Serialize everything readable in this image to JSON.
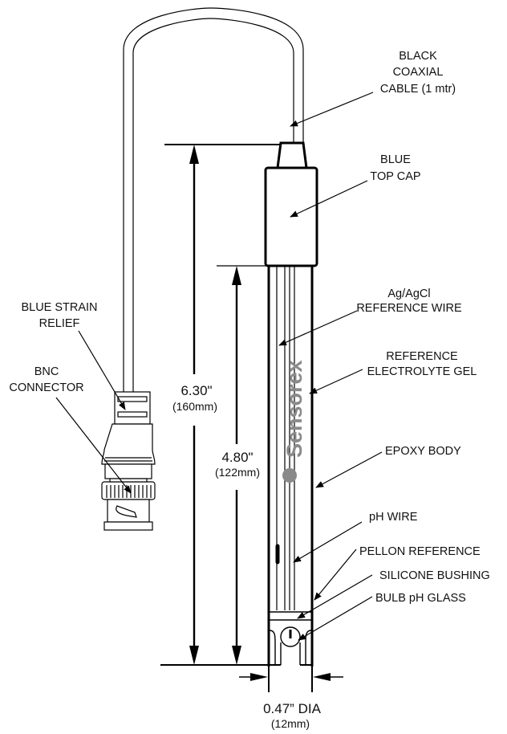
{
  "diagram": {
    "subject": "pH electrode (combination probe) dimensional drawing",
    "brand_watermark": "Sensorex",
    "colors": {
      "line": "#000000",
      "watermark": "#8a8a8a",
      "text": "#111111"
    },
    "callouts": {
      "cable": [
        "BLACK",
        "COAXIAL",
        "CABLE (1 mtr)"
      ],
      "top_cap": [
        "BLUE",
        "TOP CAP"
      ],
      "ref_wire": [
        "Ag/AgCl",
        "REFERENCE WIRE"
      ],
      "electrolyte": [
        "REFERENCE",
        "ELECTROLYTE GEL"
      ],
      "epoxy": [
        "EPOXY BODY"
      ],
      "ph_wire": [
        "pH WIRE"
      ],
      "pellon": [
        "PELLON REFERENCE"
      ],
      "bushing": [
        "SILICONE BUSHING"
      ],
      "bulb": [
        "BULB pH GLASS"
      ],
      "strain": [
        "BLUE STRAIN",
        "RELIEF"
      ],
      "bnc": [
        "BNC",
        "CONNECTOR"
      ]
    },
    "dimensions": {
      "overall": {
        "value": "6.30\"",
        "metric": "(160mm)"
      },
      "body": {
        "value": "4.80\"",
        "metric": "(122mm)"
      },
      "diameter": {
        "value": "0.47” DIA",
        "metric": "(12mm)"
      }
    }
  }
}
